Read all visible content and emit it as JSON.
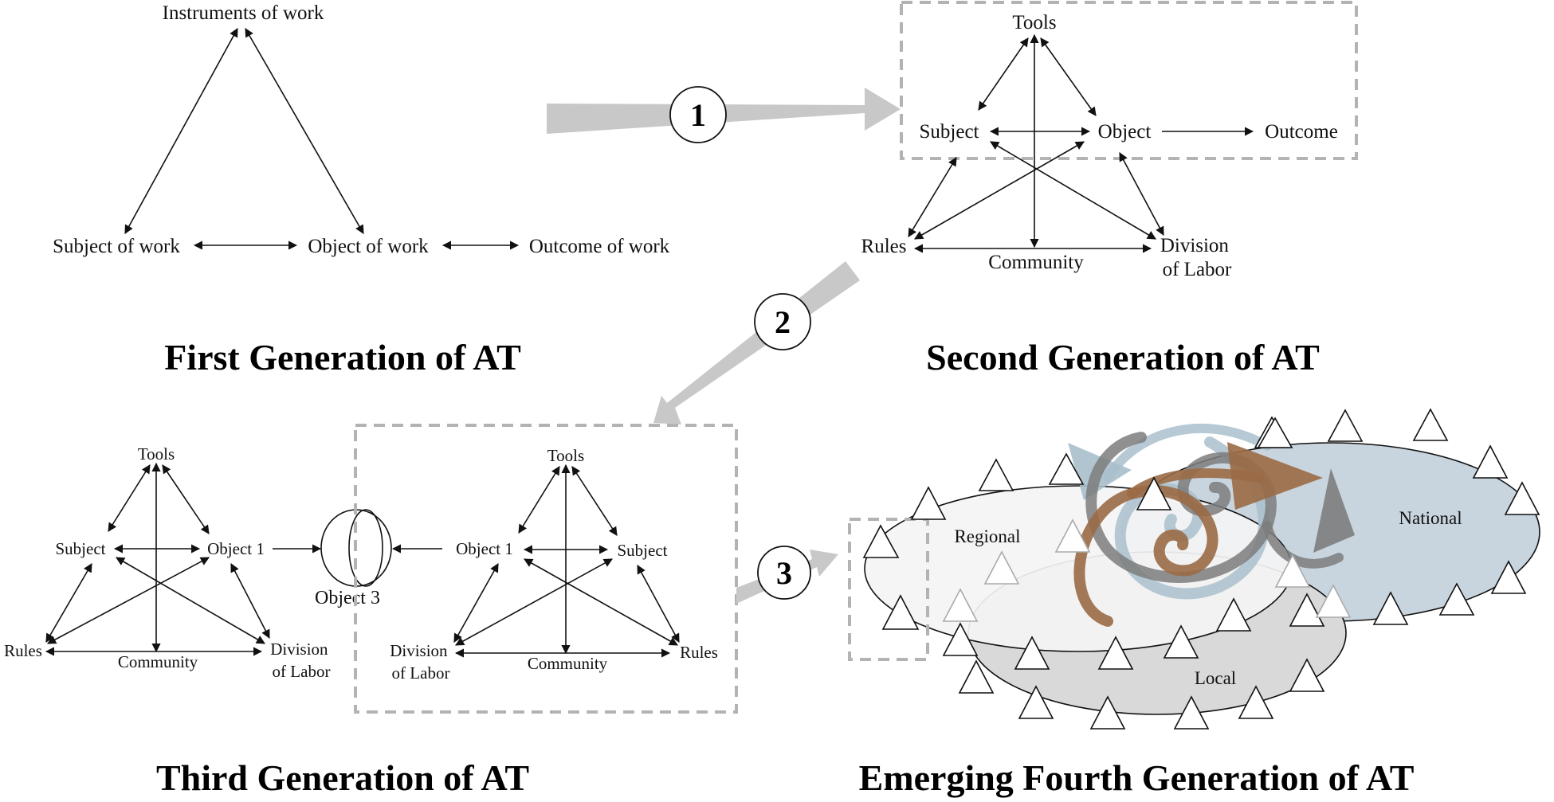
{
  "gen1": {
    "title": "First Generation of AT",
    "instruments": "Instruments of work",
    "subject": "Subject of work",
    "object": "Object of work",
    "outcome": "Outcome of work"
  },
  "gen2": {
    "title": "Second Generation of AT",
    "tools": "Tools",
    "subject": "Subject",
    "object": "Object",
    "outcome": "Outcome",
    "rules": "Rules",
    "community": "Community",
    "division_line1": "Division",
    "division_line2": "of Labor"
  },
  "gen3": {
    "title": "Third Generation of AT",
    "left": {
      "tools": "Tools",
      "subject": "Subject",
      "object": "Object 1",
      "rules": "Rules",
      "community": "Community",
      "division_line1": "Division",
      "division_line2": "of Labor"
    },
    "right": {
      "tools": "Tools",
      "object": "Object 1",
      "subject": "Subject",
      "division_line1": "Division",
      "division_line2": "of Labor",
      "community": "Community",
      "rules": "Rules"
    },
    "shared_object": "Object 3"
  },
  "gen4": {
    "title": "Emerging Fourth Generation of AT",
    "regional": "Regional",
    "national": "National",
    "local": "Local"
  },
  "steps": [
    "1",
    "2",
    "3"
  ],
  "colors": {
    "arrow_gray": "#c8c8c8",
    "dash_gray": "#b3b3b3",
    "national_fill": "#c9d5de",
    "local_fill": "#d9d9d9",
    "regional_fill": "#f4f4f4",
    "spiral_brown": "#9a6a45",
    "spiral_gray": "#7d7d7d",
    "spiral_blue": "#a9bfcc"
  }
}
